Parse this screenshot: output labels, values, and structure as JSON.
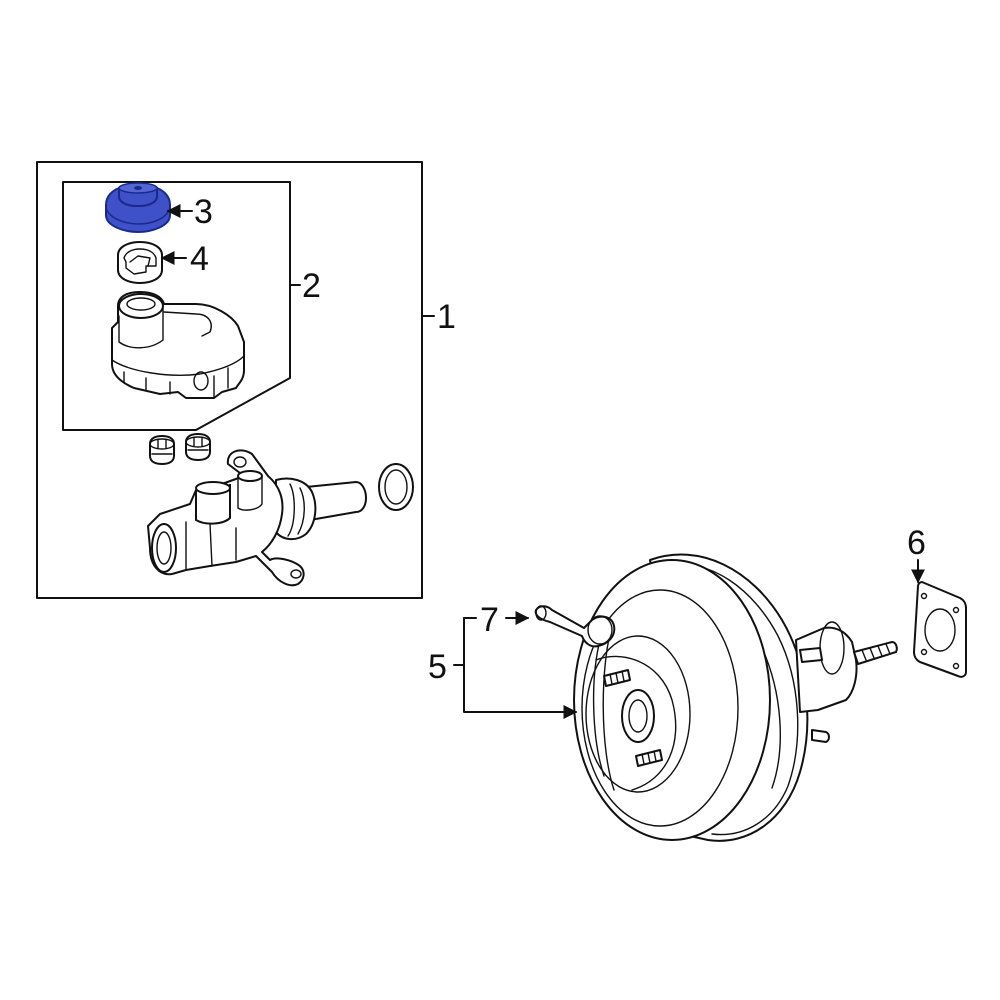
{
  "colors": {
    "highlight": "#3f51c8",
    "highlight_dark": "#1a2a8c",
    "line": "#111111",
    "background": "#ffffff"
  },
  "callouts": {
    "c1": "1",
    "c2": "2",
    "c3": "3",
    "c4": "4",
    "c5": "5",
    "c6": "6",
    "c7": "7"
  }
}
